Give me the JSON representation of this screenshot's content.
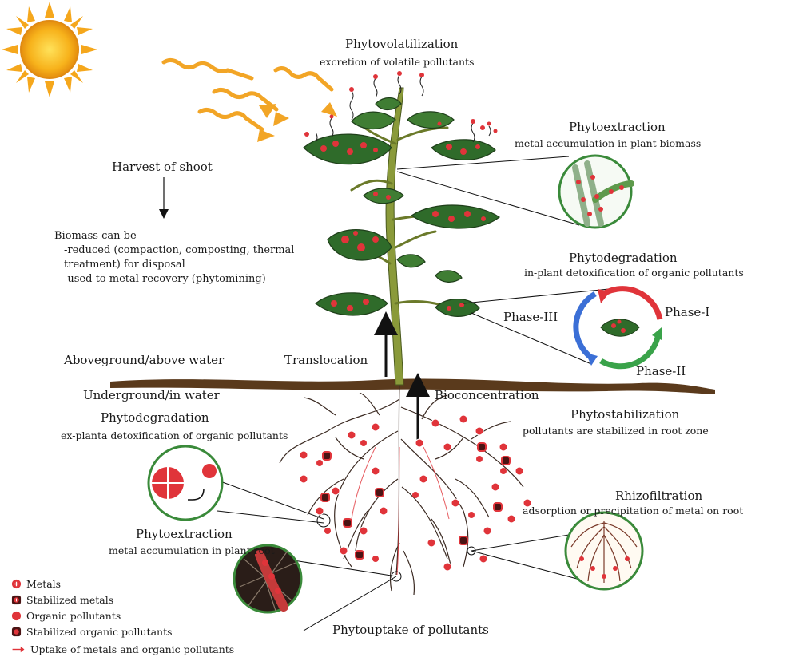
{
  "labels": {
    "phytovolatilization": {
      "title": "Phytovolatilization",
      "sub": "excretion of volatile pollutants"
    },
    "phytoextraction_shoot": {
      "title": "Phytoextraction",
      "sub": "metal accumulation in plant biomass"
    },
    "harvest": "Harvest of shoot",
    "biomass": [
      "Biomass can be",
      "-reduced (compaction, composting, thermal",
      "treatment) for disposal",
      "-used to metal recovery (phytomining)"
    ],
    "phytodegradation_in": {
      "title": "Phytodegradation",
      "sub": "in-plant detoxification of organic pollutants"
    },
    "phase1": "Phase-I",
    "phase2": "Phase-II",
    "phase3": "Phase-III",
    "aboveground": "Aboveground/above water",
    "translocation": "Translocation",
    "underground": "Underground/in water",
    "bioconcentration": "Bioconcentration",
    "phytodegradation_ex": {
      "title": "Phytodegradation",
      "sub": "ex-planta detoxification of organic pollutants"
    },
    "phytostabilization": {
      "title": "Phytostabilization",
      "sub": "pollutants are stabilized in root zone"
    },
    "rhizofiltration": {
      "title": "Rhizofiltration",
      "sub": "adsorption or precipitation of metal on root"
    },
    "phytoextraction_root": {
      "title": "Phytoextraction",
      "sub": "metal accumulation in plant root"
    },
    "phytouptake": "Phytouptake of pollutants"
  },
  "legend": [
    {
      "label": "Metals",
      "icon": "metal-icon"
    },
    {
      "label": "Stabilized metals",
      "icon": "stabilized-metal-icon"
    },
    {
      "label": "Organic pollutants",
      "icon": "organic-pollutant-icon"
    },
    {
      "label": "Stabilized organic pollutants",
      "icon": "stabilized-organic-icon"
    },
    {
      "label": "Uptake of metals and organic pollutants",
      "icon": "uptake-arrow-icon"
    }
  ],
  "colors": {
    "leaf": "#2f6b2a",
    "leaf_light": "#4e8f3a",
    "stem": "#8a9a3a",
    "soil": "#5a3a1c",
    "pollutant": "#e0343a",
    "stabilized": "#6e1f1f",
    "sun": "#f6b21a",
    "ray": "#f2a526",
    "circle_border": "#3a8a3a"
  }
}
